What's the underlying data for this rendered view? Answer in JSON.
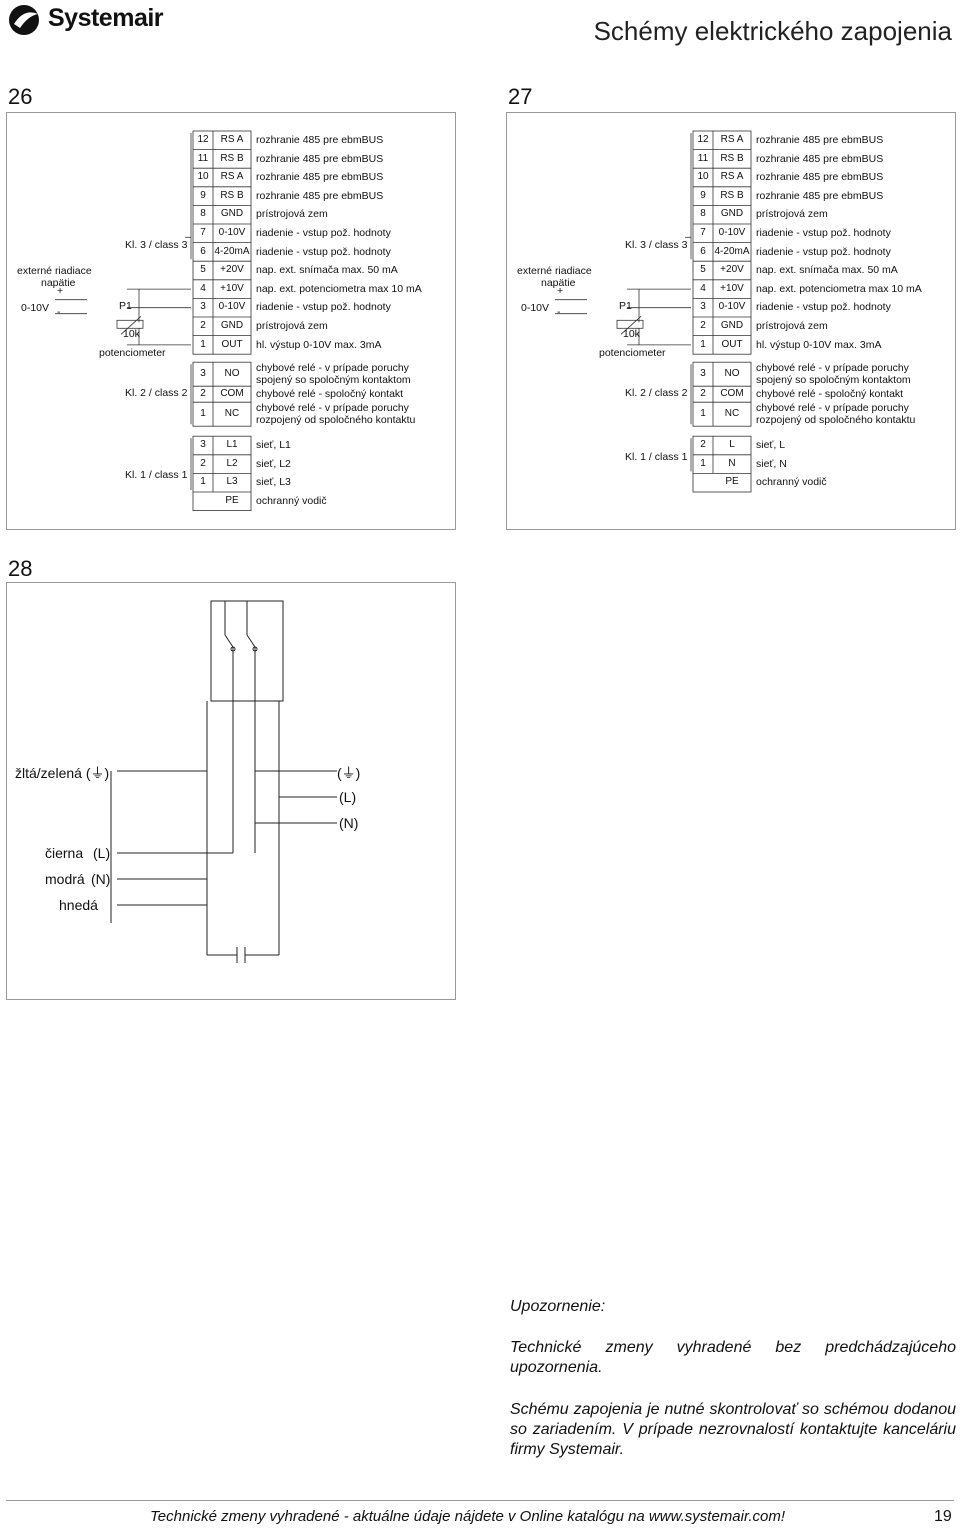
{
  "header": {
    "brand": "Systemair",
    "title": "Schémy elektrického zapojenia"
  },
  "sections": {
    "s26": "26",
    "s27": "27",
    "s28": "28"
  },
  "diagram26": {
    "left": {
      "ext_line1": "externé riadiace",
      "ext_line2": "napätie",
      "plus": "+",
      "minus": "-",
      "v": "0-10V",
      "p1": "P1",
      "k10": "10k",
      "pot": "potenciometer",
      "kl3": "Kl. 3 / class 3",
      "kl2": "Kl. 2 / class 2",
      "kl1": "Kl. 1 / class 1"
    },
    "rows": [
      {
        "num": "12",
        "code": "RS A",
        "desc": "rozhranie 485 pre ebmBUS"
      },
      {
        "num": "11",
        "code": "RS B",
        "desc": "rozhranie 485 pre ebmBUS"
      },
      {
        "num": "10",
        "code": "RS A",
        "desc": "rozhranie 485 pre ebmBUS"
      },
      {
        "num": "9",
        "code": "RS B",
        "desc": "rozhranie 485 pre ebmBUS"
      },
      {
        "num": "8",
        "code": "GND",
        "desc": "prístrojová zem"
      },
      {
        "num": "7",
        "code": "0-10V",
        "desc": "riadenie - vstup pož. hodnoty"
      },
      {
        "num": "6",
        "code": "4-20mA",
        "desc": "riadenie - vstup pož. hodnoty"
      },
      {
        "num": "5",
        "code": "+20V",
        "desc": "nap. ext. snímača max. 50 mA"
      },
      {
        "num": "4",
        "code": "+10V",
        "desc": "nap. ext. potenciometra max 10 mA"
      },
      {
        "num": "3",
        "code": "0-10V",
        "desc": "riadenie - vstup pož. hodnoty"
      },
      {
        "num": "2",
        "code": "GND",
        "desc": "prístrojová zem"
      },
      {
        "num": "1",
        "code": "OUT",
        "desc": "hl. výstup 0-10V max. 3mA"
      }
    ],
    "relay": [
      {
        "num": "3",
        "code": "NO",
        "desc1": "chybové relé - v prípade poruchy",
        "desc2": "spojený so spoločným kontaktom"
      },
      {
        "num": "2",
        "code": "COM",
        "desc1": "chybové relé - spoločný kontakt",
        "desc2": ""
      },
      {
        "num": "1",
        "code": "NC",
        "desc1": "chybové relé - v prípade poruchy",
        "desc2": "rozpojený od spoločného kontaktu"
      }
    ],
    "power": [
      {
        "num": "3",
        "code": "L1",
        "desc": "sieť, L1"
      },
      {
        "num": "2",
        "code": "L2",
        "desc": "sieť, L2"
      },
      {
        "num": "1",
        "code": "L3",
        "desc": "sieť, L3"
      },
      {
        "num": "",
        "code": "PE",
        "desc": "ochranný vodič"
      }
    ]
  },
  "diagram27": {
    "left": {
      "ext_line1": "externé riadiace",
      "ext_line2": "napätie",
      "plus": "+",
      "minus": "-",
      "v": "0-10V",
      "p1": "P1",
      "k10": "10k",
      "pot": "potenciometer",
      "kl3": "Kl. 3 / class 3",
      "kl2": "Kl. 2 / class 2",
      "kl1": "Kl. 1 / class 1"
    },
    "rows": [
      {
        "num": "12",
        "code": "RS A",
        "desc": "rozhranie 485 pre ebmBUS"
      },
      {
        "num": "11",
        "code": "RS B",
        "desc": "rozhranie 485 pre ebmBUS"
      },
      {
        "num": "10",
        "code": "RS A",
        "desc": "rozhranie 485 pre ebmBUS"
      },
      {
        "num": "9",
        "code": "RS B",
        "desc": "rozhranie 485 pre ebmBUS"
      },
      {
        "num": "8",
        "code": "GND",
        "desc": "prístrojová zem"
      },
      {
        "num": "7",
        "code": "0-10V",
        "desc": "riadenie - vstup pož. hodnoty"
      },
      {
        "num": "6",
        "code": "4-20mA",
        "desc": "riadenie - vstup pož. hodnoty"
      },
      {
        "num": "5",
        "code": "+20V",
        "desc": "nap. ext. snímača max. 50 mA"
      },
      {
        "num": "4",
        "code": "+10V",
        "desc": "nap. ext. potenciometra max 10 mA"
      },
      {
        "num": "3",
        "code": "0-10V",
        "desc": "riadenie - vstup pož. hodnoty"
      },
      {
        "num": "2",
        "code": "GND",
        "desc": "prístrojová zem"
      },
      {
        "num": "1",
        "code": "OUT",
        "desc": "hl. výstup 0-10V max. 3mA"
      }
    ],
    "relay": [
      {
        "num": "3",
        "code": "NO",
        "desc1": "chybové relé - v prípade poruchy",
        "desc2": "spojený so spoločným kontaktom"
      },
      {
        "num": "2",
        "code": "COM",
        "desc1": "chybové relé - spoločný kontakt",
        "desc2": ""
      },
      {
        "num": "1",
        "code": "NC",
        "desc1": "chybové relé - v prípade poruchy",
        "desc2": "rozpojený od spoločného kontaktu"
      }
    ],
    "power": [
      {
        "num": "2",
        "code": "L",
        "desc": "sieť, L"
      },
      {
        "num": "1",
        "code": "N",
        "desc": "sieť, N"
      },
      {
        "num": "",
        "code": "PE",
        "desc": "ochranný vodič"
      }
    ]
  },
  "diagram28": {
    "left_ground": "žltá/zelená (⏚)",
    "cierna": "čierna",
    "cierna_code": "(L)",
    "modra": "modrá",
    "modra_code": "(N)",
    "hneda": "hnedá",
    "right_ground": "(⏚)",
    "right_L": "(L)",
    "right_N": "(N)"
  },
  "note": {
    "title": "Upozornenie:",
    "p1": "Technické zmeny vyhradené bez predchádzajúceho upozornenia.",
    "p2": "Schému zapojenia je nutné skontrolovať so schémou dodanou so zariadením. V prípade nezrovnalostí kontaktujte kanceláriu firmy Systemair."
  },
  "footer": {
    "text": "Technické zmeny vyhradené - aktuálne údaje nájdete v Online katalógu na www.systemair.com!",
    "page": "19"
  }
}
